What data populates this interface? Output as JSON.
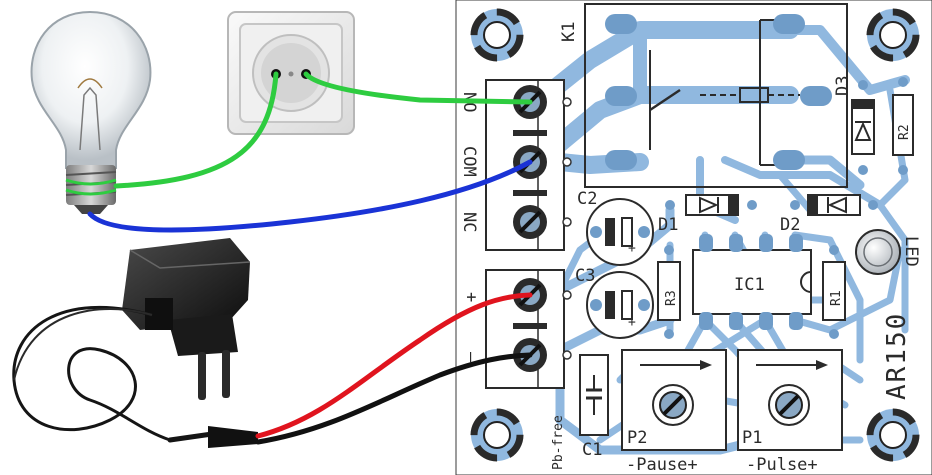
{
  "board": {
    "relay_label": "K1",
    "terminal_no": "NO",
    "terminal_com": "COM",
    "terminal_nc": "NC",
    "terminal_plus": "+",
    "terminal_minus": "–",
    "cap_c2": "C2",
    "cap_c3": "C3",
    "cap_c1": "C1",
    "diode_d1": "D1",
    "diode_d2": "D2",
    "diode_d3": "D3",
    "res_r1": "R1",
    "res_r2": "R2",
    "res_r3": "R3",
    "ic_label": "IC1",
    "led_label": "LED",
    "model": "AR150",
    "pot_p1": "P1",
    "pot_p2": "P2",
    "pause_label": "-Pause+",
    "pulse_label": "-Pulse+",
    "pbfree_label": "Pb-free",
    "cap_plus": "+"
  },
  "colors": {
    "pcb_trace": "#90b8df",
    "pcb_trace_dark": "#6f9cc8",
    "silkscreen": "#2b2b2b",
    "wire_green": "#2ecc40",
    "wire_blue": "#1a33d6",
    "wire_red": "#e0141e",
    "wire_black": "#111111"
  },
  "icons": {
    "bulb": "light-bulb-icon",
    "socket": "wall-socket-icon",
    "adapter": "power-adapter-icon"
  }
}
